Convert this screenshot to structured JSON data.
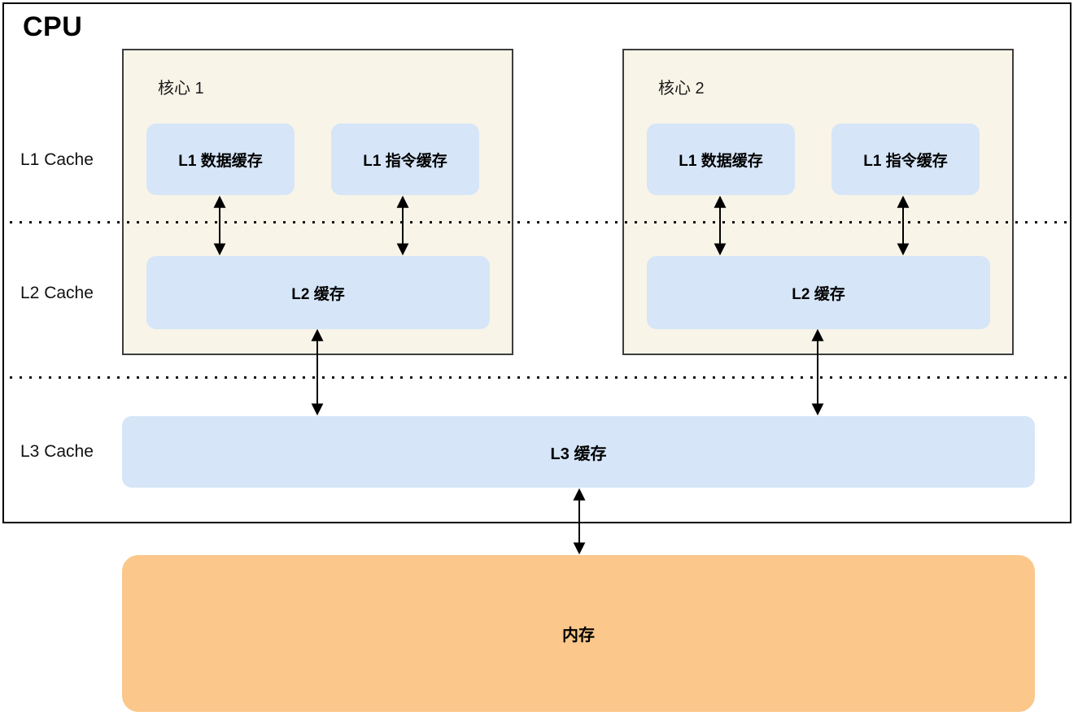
{
  "diagram": {
    "title": "CPU",
    "row_labels": [
      {
        "label": "L1 Cache"
      },
      {
        "label": "L2 Cache"
      },
      {
        "label": "L3 Cache"
      }
    ],
    "cores": [
      {
        "name": "核心 1",
        "l1_data_label": "L1 数据缓存",
        "l1_inst_label": "L1 指令缓存",
        "l2_label": "L2 缓存"
      },
      {
        "name": "核心 2",
        "l1_data_label": "L1 数据缓存",
        "l1_inst_label": "L1 指令缓存",
        "l2_label": "L2 缓存"
      }
    ],
    "l3_label": "L3 缓存",
    "memory_label": "内存",
    "colors": {
      "core_background": "#f8f4e8",
      "cache_fill": "#d6e5f8",
      "memory_fill": "#fbc78a",
      "line": "#000000"
    }
  }
}
